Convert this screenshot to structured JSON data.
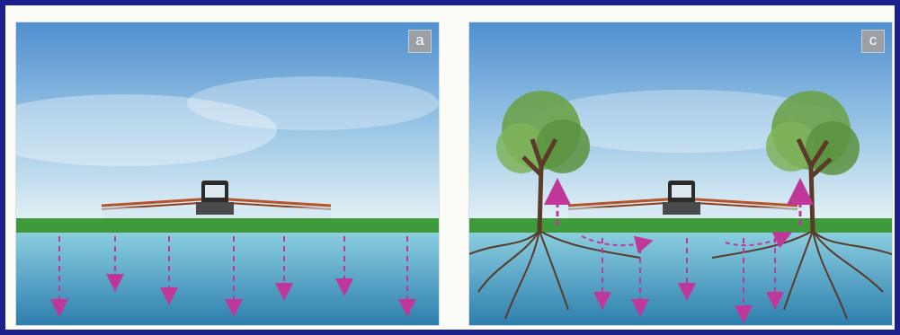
{
  "panels": [
    {
      "id": "a",
      "label": "a",
      "trees": false
    },
    {
      "id": "c",
      "label": "c",
      "trees": true
    }
  ],
  "colors": {
    "sky_top": "#4f8fcf",
    "sky_bottom": "#d8ecf5",
    "grass": "#3f9a3c",
    "water_top": "#79c3d9",
    "water_bottom": "#2d7fae",
    "arrow": "#c0379a",
    "sprayer": "#b5532a",
    "root": "#5a3a28",
    "foliage": "#6aa24a"
  }
}
